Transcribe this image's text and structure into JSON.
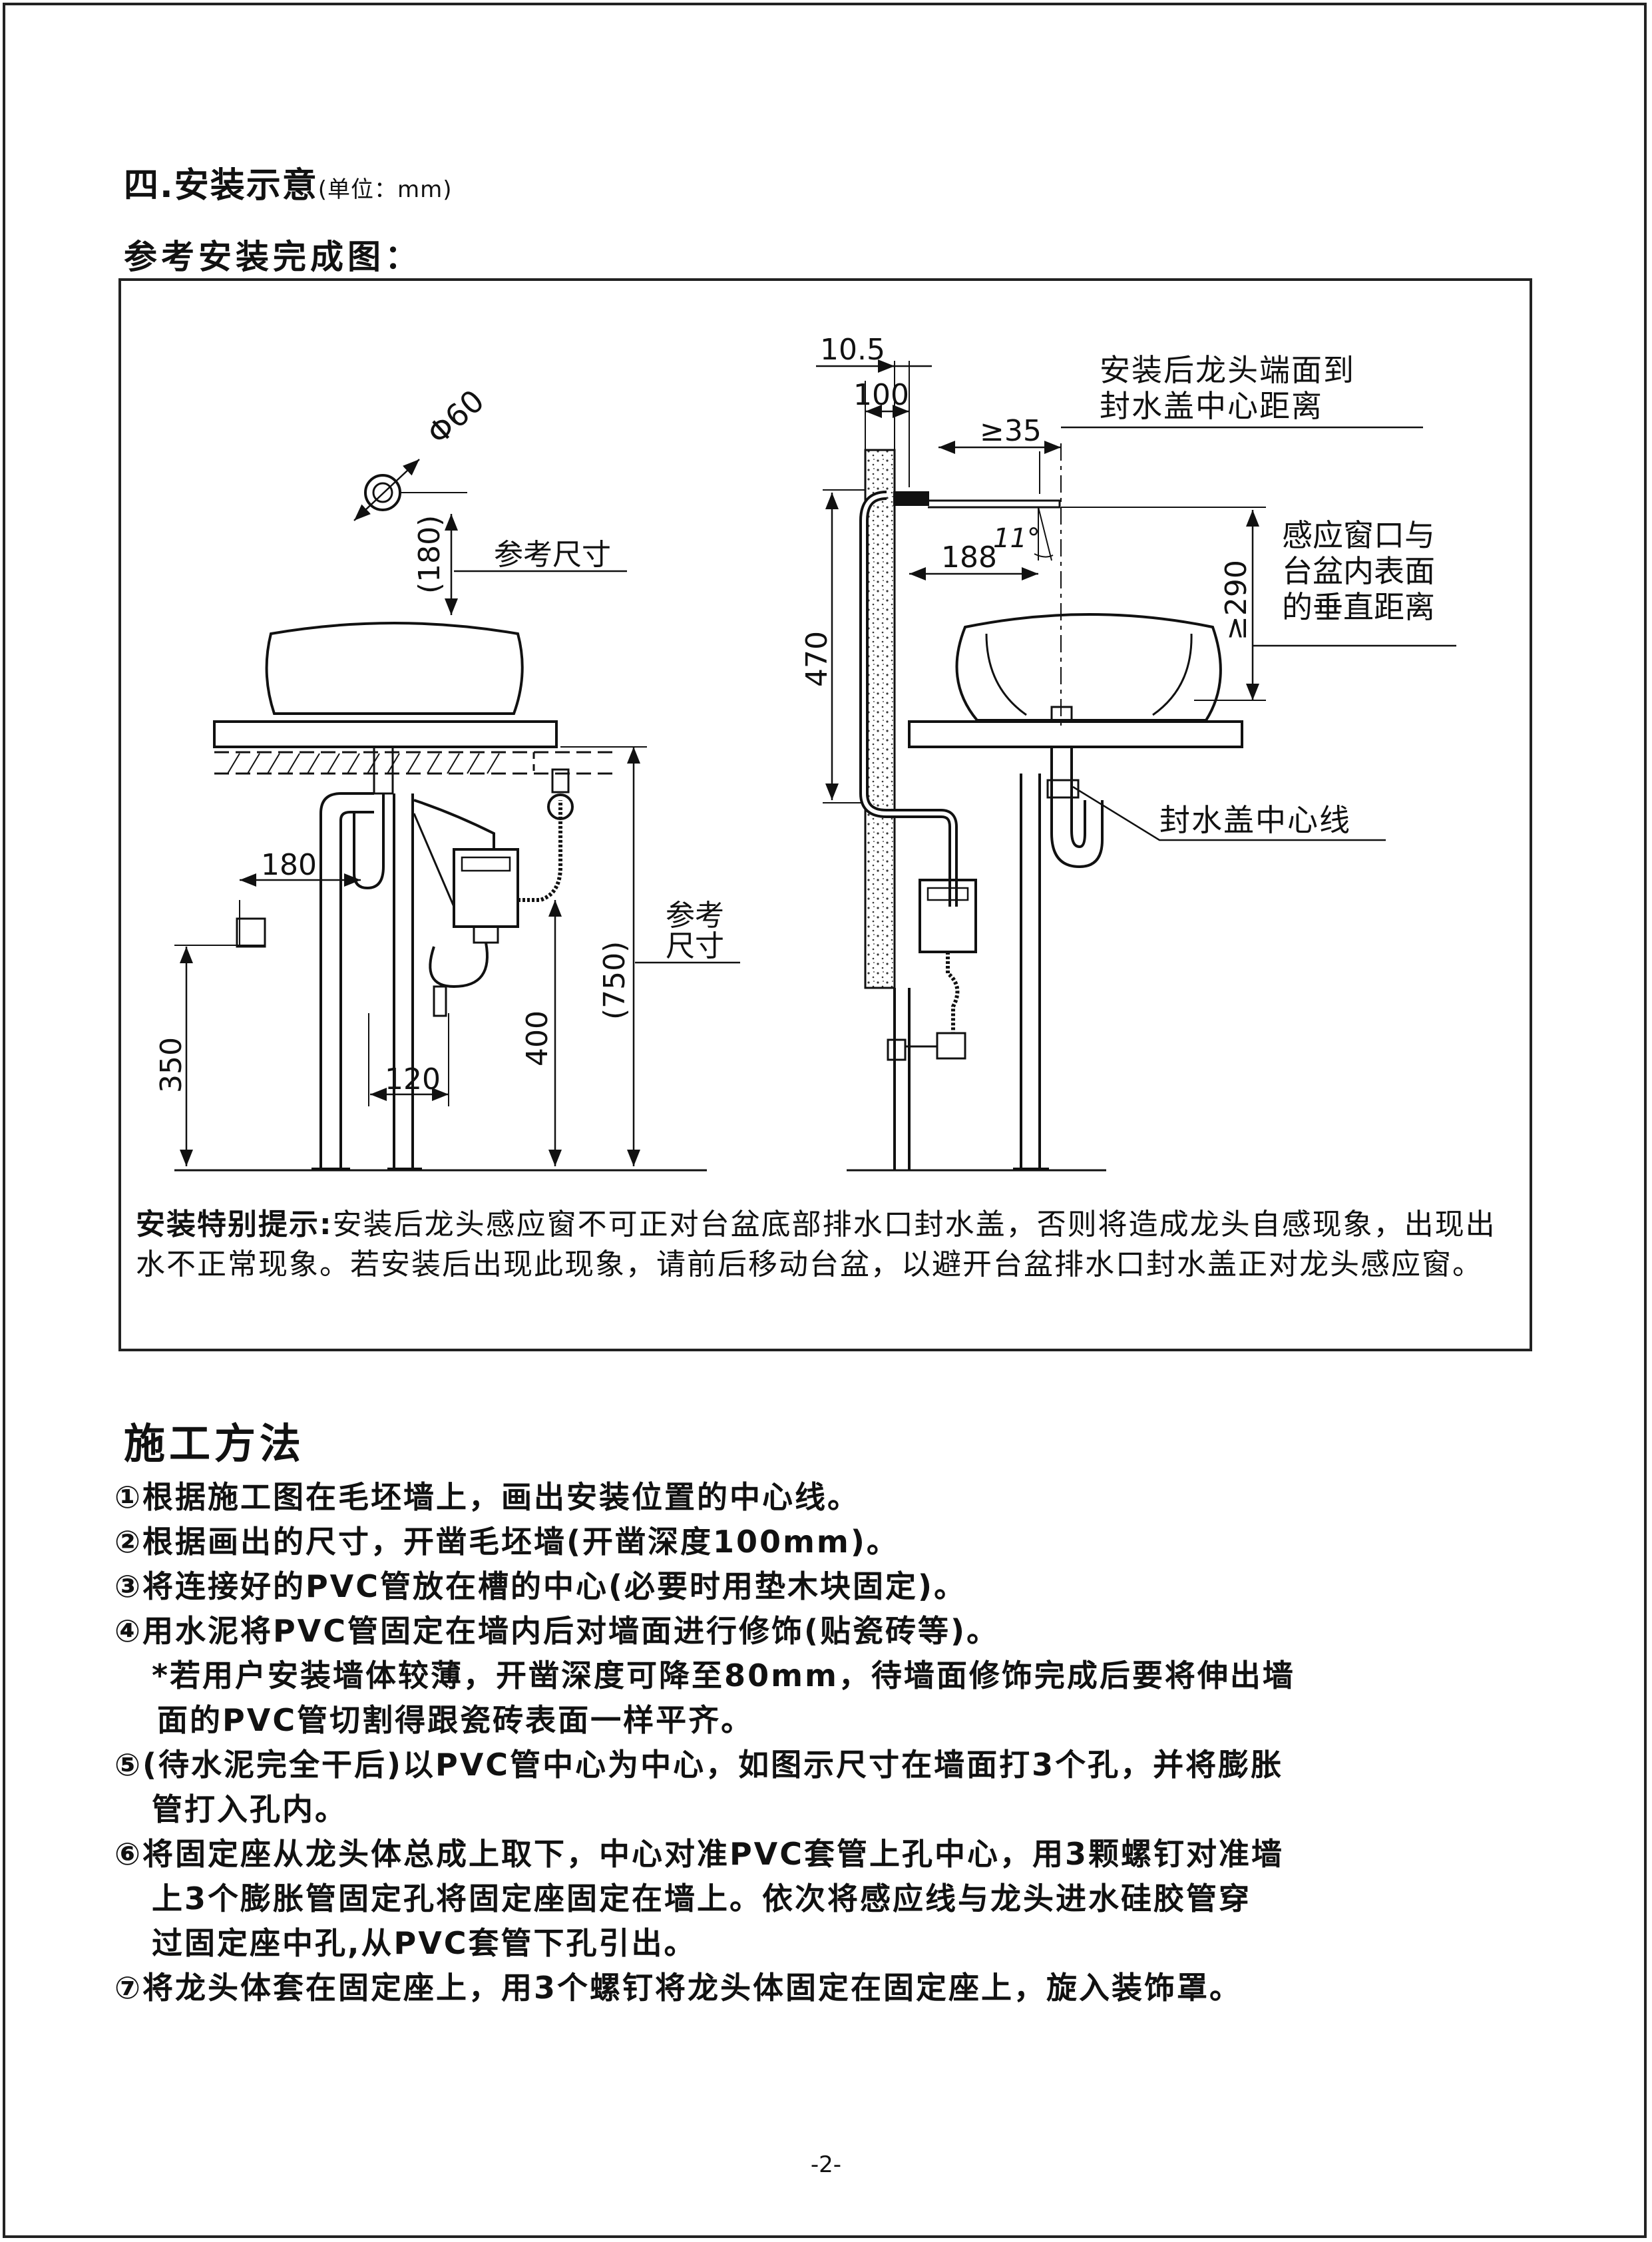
{
  "section_heading": "四.安装示意",
  "section_unit": "(单位：mm)",
  "figure_caption": "参考安装完成图：",
  "diagram_left": {
    "dim_phi": "Φ60",
    "dim_180_v": "(180)",
    "ref_size": "参考尺寸",
    "dim_180_h": "180",
    "dim_350": "350",
    "dim_400": "400",
    "dim_120": "120",
    "dim_750": "(750)",
    "ref_size_2_line1": "参考",
    "ref_size_2_line2": "尺寸"
  },
  "diagram_right": {
    "dim_10_5": "10.5",
    "dim_100": "100",
    "dim_35": "≥35",
    "dim_11": "11°",
    "dim_188": "188",
    "dim_470": "470",
    "dim_290": "≥290",
    "label_distance_line1": "安装后龙头端面到",
    "label_distance_line2": "封水盖中心距离",
    "label_window_line1": "感应窗口与",
    "label_window_line2": "台盆内表面",
    "label_window_line3": "的垂直距离",
    "label_centerline": "封水盖中心线"
  },
  "note": {
    "label": "安装特别提示:",
    "text": "安装后龙头感应窗不可正对台盆底部排水口封水盖，否则将造成龙头自感现象，出现出水不正常现象。若安装后出现此现象，请前后移动台盆，以避开台盆排水口封水盖正对龙头感应窗。"
  },
  "method": {
    "title": "施工方法",
    "steps": [
      "①根据施工图在毛坯墙上，画出安装位置的中心线。",
      "②根据画出的尺寸，开凿毛坯墙(开凿深度100mm)。",
      "③将连接好的PVC管放在槽的中心(必要时用垫木块固定)。",
      "④用水泥将PVC管固定在墙内后对墙面进行修饰(贴瓷砖等)。",
      "*若用户安装墙体较薄，开凿深度可降至80mm，待墙面修饰完成后要将伸出墙",
      "面的PVC管切割得跟瓷砖表面一样平齐。",
      "⑤(待水泥完全干后)以PVC管中心为中心，如图示尺寸在墙面打3个孔，并将膨胀",
      "管打入孔内。",
      "⑥将固定座从龙头体总成上取下，中心对准PVC套管上孔中心，用3颗螺钉对准墙",
      "上3个膨胀管固定孔将固定座固定在墙上。依次将感应线与龙头进水硅胶管穿",
      "过固定座中孔,从PVC套管下孔引出。",
      "⑦将龙头体套在固定座上，用3个螺钉将龙头体固定在固定座上，旋入装饰罩。"
    ]
  },
  "page_number": "-2-"
}
